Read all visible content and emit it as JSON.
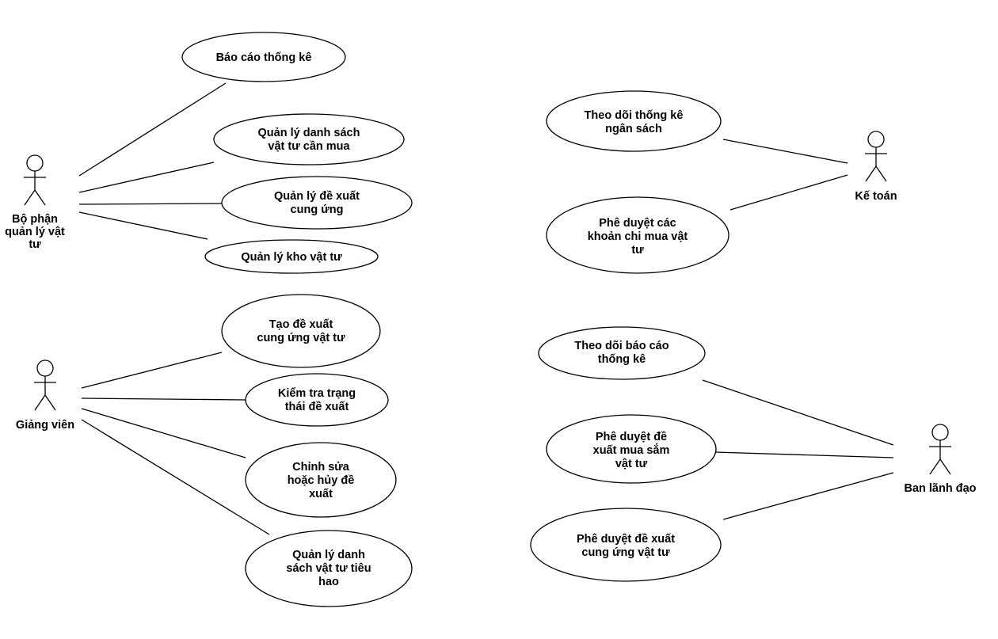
{
  "actors": {
    "bo_phan": {
      "label_lines": [
        "Bộ phận",
        "quản lý vật",
        "tư"
      ]
    },
    "giang_vien": {
      "label_lines": [
        "Giảng viên"
      ]
    },
    "ke_toan": {
      "label_lines": [
        "Kế toán"
      ]
    },
    "ban_lanh_dao": {
      "label_lines": [
        "Ban lãnh đạo"
      ]
    }
  },
  "use_cases": {
    "bao_cao_thong_ke": {
      "lines": [
        "Báo cáo thống kê"
      ]
    },
    "ql_danh_sach_can_mua": {
      "lines": [
        "Quản lý danh sách",
        "vật tư cần mua"
      ]
    },
    "ql_de_xuat_cung_ung": {
      "lines": [
        "Quản lý đề xuất",
        "cung ứng"
      ]
    },
    "ql_kho_vat_tu": {
      "lines": [
        "Quản lý kho vật tư"
      ]
    },
    "tao_de_xuat": {
      "lines": [
        "Tạo đề xuất",
        "cung ứng vật tư"
      ]
    },
    "kiem_tra_trang_thai": {
      "lines": [
        "Kiểm tra trạng",
        "thái đề xuất"
      ]
    },
    "chinh_sua_huy": {
      "lines": [
        "Chỉnh sửa",
        "hoặc hủy đề",
        "xuất"
      ]
    },
    "ql_tieu_hao": {
      "lines": [
        "Quản lý danh",
        "sách vật tư tiêu",
        "hao"
      ]
    },
    "theo_doi_ngan_sach": {
      "lines": [
        "Theo dõi thống kê",
        "ngân sách"
      ]
    },
    "phe_duyet_khoan_chi": {
      "lines": [
        "Phê duyệt các",
        "khoản chi mua vật",
        "tư"
      ]
    },
    "theo_doi_bao_cao": {
      "lines": [
        "Theo dõi báo cáo",
        "thống kê"
      ]
    },
    "phe_duyet_mua_sam": {
      "lines": [
        "Phê duyệt đề",
        "xuất mua sắm",
        "vật tư"
      ]
    },
    "phe_duyet_cung_ung": {
      "lines": [
        "Phê duyệt đề xuất",
        "cung ứng vật tư"
      ]
    }
  }
}
